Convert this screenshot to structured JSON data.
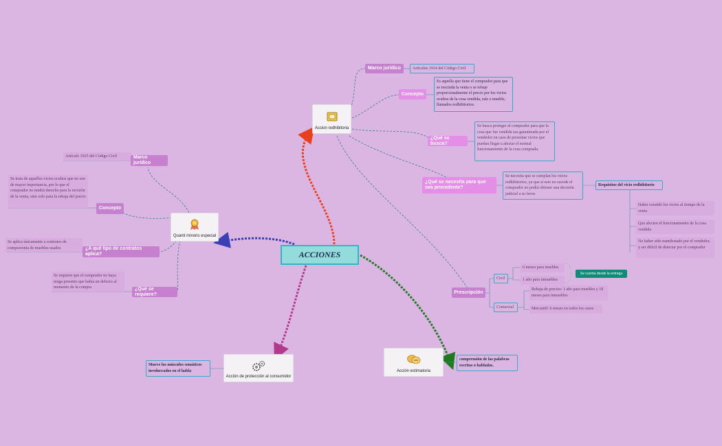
{
  "central": "ACCIONES",
  "redhibitoria": {
    "title": "Accion redhibitoria",
    "marco_label": "Marco jurídico",
    "marco_text": "Artículos 1914  del Código Civil",
    "concepto_label": "Concepto",
    "concepto_text": "Es aquella que tiene el comprador para que se rescinda la venta o se rebaje proporcionalmente el precio por los vicios ocultos de la cosa vendida, raíz o mueble, llamados redhibitorios.",
    "busca_label": "¿Qué se busca?",
    "busca_text": "Se busca proteger al comprador para que la cosa que fue vendida sea garantizada por el vendedor en caso de presentar vicios que puedan llegar a afectar el normal funcionamiento de la cosa comprada.",
    "procedente_label": "¿Qué se necesita para que sea procedente?",
    "procedente_text": "Se necesita que se cumplan los vicios redhibitorios, ya que si esto no sucede el comprador no podrá obtener una decisión judicial a su favor.",
    "requisitos_label": "Requisitos del vicio redhibitorio",
    "requisitos": [
      "Haber existido los vicios al tiempo de la venta",
      "Que afecten el funcionamiento de la cosa vendida",
      "No haber sido manifestado por el vendedor, y ser difícil de detectar por el comprador"
    ],
    "prescripcion_label": "Prescripción",
    "civil_label": "Civil",
    "civil_items": [
      "6 meses para muebles",
      "1 año para inmuebles"
    ],
    "civil_badge": "Se cuenta desde la entrega",
    "comercial_label": "Comercial",
    "comercial_items": [
      "Rebaja de precios: 1 año para muebles y 18 meses para inmuebles",
      "Mercantil: 6 meses en todos los casos"
    ]
  },
  "quanti": {
    "title": "Quanti minoris especial",
    "marco_label": "Marco jurídico",
    "marco_text": "Artículo 1925 del Código Civil",
    "concepto_label": "Concepto",
    "concepto_text": "Se trata de aquellos vicios ocultos que no son de mayor importancia, por lo que el comprador no tendrá derecho para la recisión de la venta, sino solo para la rebaja del precio",
    "tipo_label": "¿A qué tipo de contratos aplica?",
    "tipo_text": "Se aplica únicamente a contratos de compraventa de muebles usados",
    "requiere_label": "¿Qué se requiere?",
    "requiere_text": "Se requiere que el comprador no haya tenga presente que había un defecto al momento de la compra"
  },
  "proteccion": {
    "title": "Acción de protección al consumidor",
    "text": "Mueve los músculos somáticos involucrados en el habla"
  },
  "estimatoria": {
    "title": "Acción estimatoria",
    "text": "comprensión de las palabras escritas o habladas."
  },
  "colors": {
    "background": "#dcb6e3",
    "central_fill": "#94dcdc",
    "central_border": "#2fb6c8",
    "link_red": "#e8401c",
    "link_blue": "#3a3fb5",
    "link_magenta": "#b13a8c",
    "link_green": "#1f7a1f",
    "pill": "#c77fd0",
    "badge": "#0f8b76"
  }
}
